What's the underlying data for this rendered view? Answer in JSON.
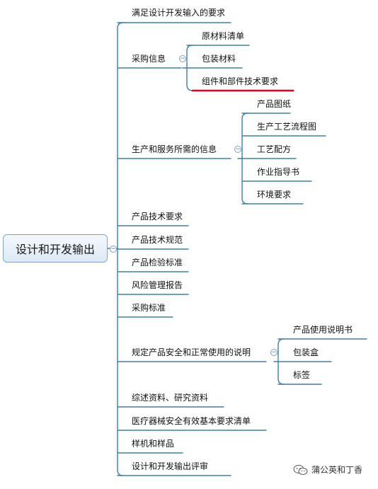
{
  "root": {
    "label": "设计和开发输出"
  },
  "branches": [
    {
      "id": "b1",
      "label": "满足设计开发输入的要求"
    },
    {
      "id": "b2",
      "label": "采购信息",
      "children": [
        "原材料清单",
        "包装材料",
        "组件和部件技术要求"
      ]
    },
    {
      "id": "b3",
      "label": "生产和服务所需的信息",
      "children": [
        "产品图纸",
        "生产工艺流程图",
        "工艺配方",
        "作业指导书",
        "环境要求"
      ]
    },
    {
      "id": "b4",
      "label": "产品技术要求"
    },
    {
      "id": "b5",
      "label": "产品技术规范"
    },
    {
      "id": "b6",
      "label": "产品检验标准"
    },
    {
      "id": "b7",
      "label": "风险管理报告"
    },
    {
      "id": "b8",
      "label": "采购标准"
    },
    {
      "id": "b9",
      "label": "规定产品安全和正常使用的说明",
      "children": [
        "产品使用说明书",
        "包装盒",
        "标签"
      ]
    },
    {
      "id": "b10",
      "label": "综述资料、研究资料"
    },
    {
      "id": "b11",
      "label": "医疗器械安全有效基本要求清单"
    },
    {
      "id": "b12",
      "label": "样机和样品"
    },
    {
      "id": "b13",
      "label": "设计和开发输出评审"
    }
  ],
  "collapse_symbol": "−",
  "highlight_color": "#e0001b",
  "line_color": "#3f7fa3",
  "watermark": {
    "icon": "wechat-icon",
    "text": "蒲公英和丁香"
  }
}
